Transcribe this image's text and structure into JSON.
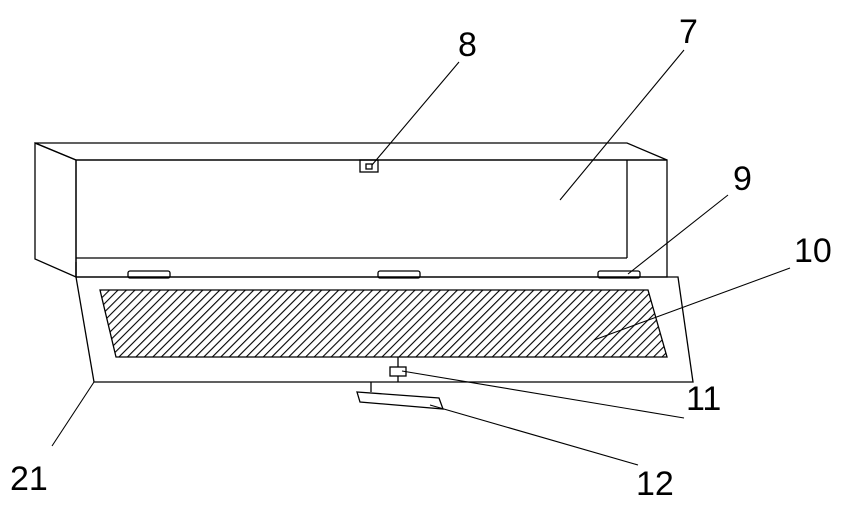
{
  "labels": {
    "l7": "7",
    "l8": "8",
    "l9": "9",
    "l10": "10",
    "l11": "11",
    "l12": "12",
    "l21": "21"
  },
  "colors": {
    "stroke": "#000000",
    "hatch": "#000000",
    "background": "#ffffff"
  }
}
